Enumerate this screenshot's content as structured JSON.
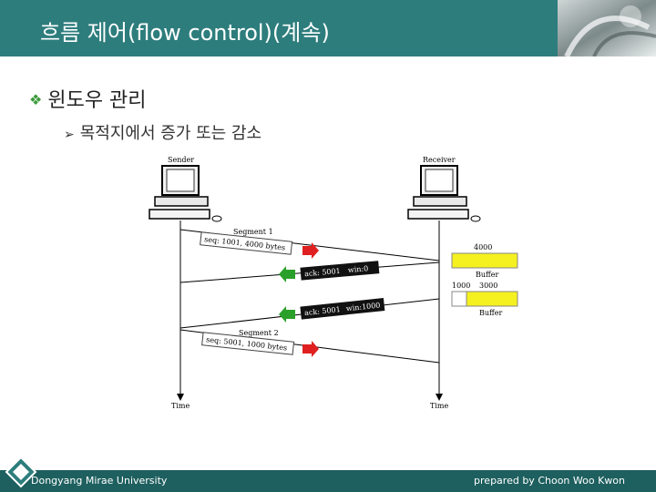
{
  "header": {
    "title": "흐름 제어(flow control)(계속)"
  },
  "content": {
    "bullet1": "윈도우 관리",
    "bullet2": "목적지에서 증가 또는 감소"
  },
  "diagram": {
    "sender_label": "Sender",
    "receiver_label": "Receiver",
    "segment1_label": "Segment 1",
    "segment1_text": "seq: 1001, 4000 bytes",
    "ack1_text": "ack: 5001",
    "win1_text": "win:0",
    "ack2_text": "ack: 5001",
    "win2_text": "win:1000",
    "segment2_label": "Segment 2",
    "segment2_text": "seq: 5001, 1000 bytes",
    "buffer1_value": "4000",
    "buffer1_label": "Buffer",
    "buffer2_left": "1000",
    "buffer2_right": "3000",
    "buffer2_label": "Buffer",
    "time_left": "Time",
    "time_right": "Time"
  },
  "footer": {
    "left": "Dongyang Mirae University",
    "right": "prepared by Choon Woo Kwon"
  },
  "colors": {
    "header": "#2e7d7d",
    "footer": "#1e5f5f",
    "buffer": "#f5f020",
    "arrow_red": "#e02020",
    "arrow_green": "#2aa02a"
  }
}
